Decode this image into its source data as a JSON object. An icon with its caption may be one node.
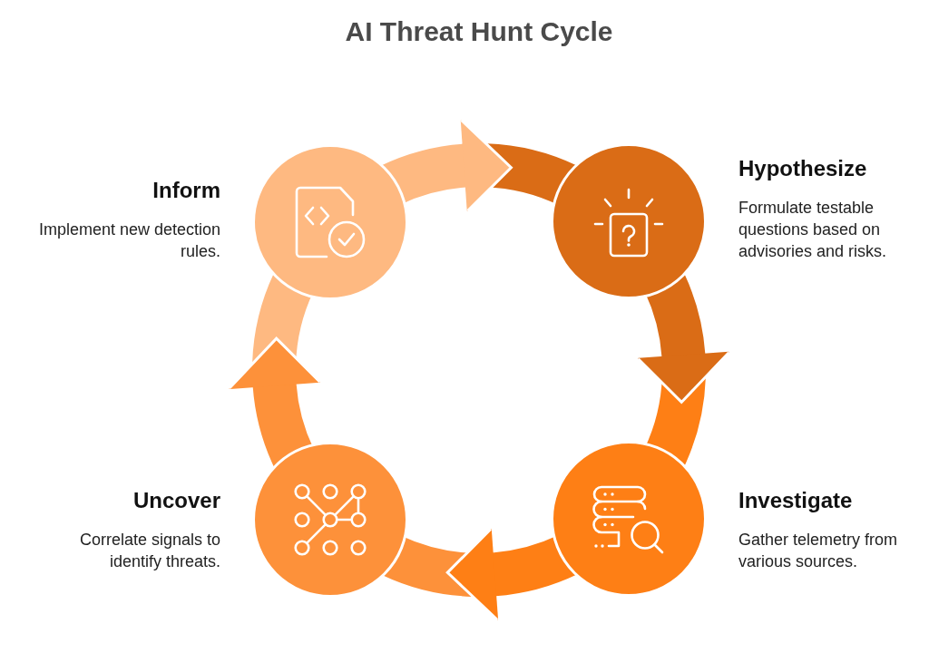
{
  "diagram": {
    "title": "AI Threat Hunt Cycle",
    "nodes": [
      {
        "text": [
          "Inform",
          "Implement new detection rules."
        ]
      },
      {
        "text": [
          "Hypothesize",
          "Formulate testable questions based on advisories and risks."
        ]
      },
      {
        "text": [
          "Investigate",
          "Gather telemetry from various sources."
        ]
      },
      {
        "text": [
          "Uncover",
          "Correlate signals to identify threats."
        ]
      }
    ],
    "edges": [
      {
        "from": 0,
        "to": 1,
        "arrow": "to",
        "color": "#feb981"
      },
      {
        "from": 1,
        "to": 2,
        "arrow": "to",
        "color": "#da6c16"
      },
      {
        "from": 2,
        "to": 3,
        "arrow": "to",
        "color": "#fe7f15"
      },
      {
        "from": 3,
        "to": 0,
        "arrow": "to",
        "color": "#fd913a"
      }
    ]
  }
}
